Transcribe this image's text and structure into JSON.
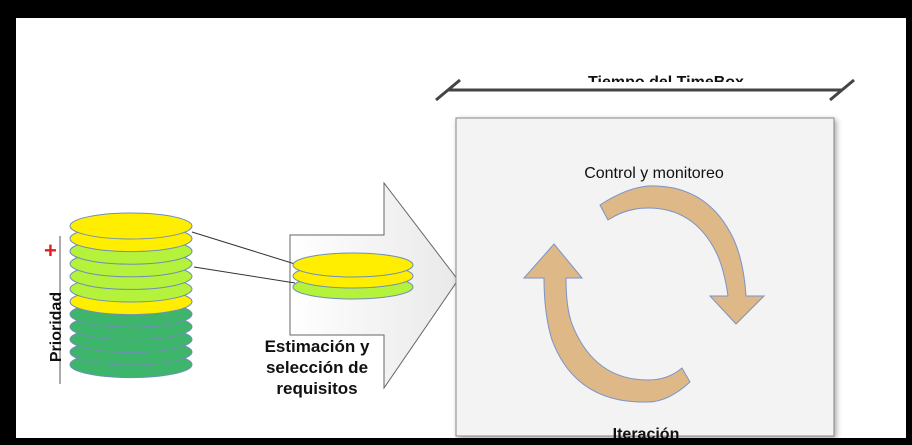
{
  "timebox": {
    "title": "Tiempo del TimeBox"
  },
  "iteration_box": {
    "control_label": "Control y monitoreo",
    "iteration_label": "Iteración"
  },
  "selection": {
    "lines": [
      "Estimación y",
      "selección de",
      "requisitos"
    ]
  },
  "priority": {
    "axis_label": "Prioridad",
    "plus": "+"
  },
  "backlog_stack": {
    "layers": [
      "yellow",
      "yellow",
      "light-green",
      "light-green",
      "light-green",
      "light-green",
      "yellow",
      "dark-green",
      "dark-green",
      "dark-green",
      "dark-green",
      "dark-green"
    ]
  },
  "selected_stack": {
    "layers": [
      "yellow",
      "yellow",
      "light-green"
    ]
  },
  "colors": {
    "yellow": "#ffee00",
    "light_green": "#b5f23c",
    "dark_green": "#3db56a",
    "cycle_arrow": "#deb887",
    "box_fill": "#f3f3f3",
    "plus": "#e32020"
  }
}
